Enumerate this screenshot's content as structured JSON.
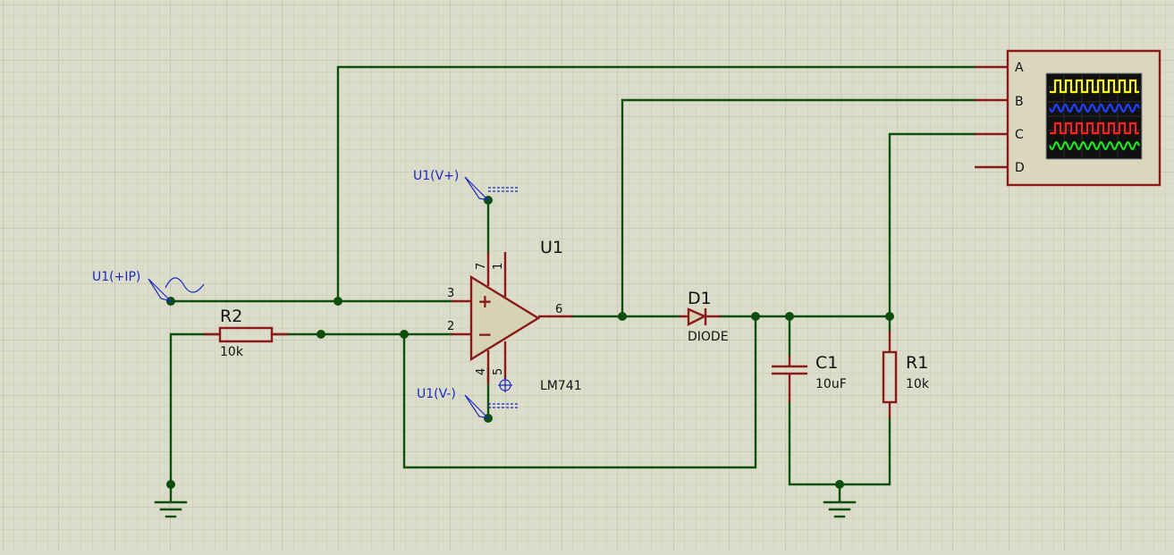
{
  "components": {
    "opamp": {
      "ref": "U1",
      "value": "LM741",
      "pins": {
        "noninv": "3",
        "inv": "2",
        "out": "6",
        "p7": "7",
        "p1": "1",
        "p4": "4",
        "p5": "5"
      },
      "plus": "+",
      "minus": "−"
    },
    "r2": {
      "ref": "R2",
      "value": "10k"
    },
    "d1": {
      "ref": "D1",
      "value": "DIODE"
    },
    "c1": {
      "ref": "C1",
      "value": "10uF"
    },
    "r1": {
      "ref": "R1",
      "value": "10k"
    }
  },
  "terminals": {
    "vplus": "U1(V+)",
    "vminus": "U1(V-)",
    "input": "U1(+IP)"
  },
  "oscilloscope": {
    "channels": [
      "A",
      "B",
      "C",
      "D"
    ],
    "trace_colors": [
      "#ffff00",
      "#2040ff",
      "#ff2020",
      "#20e020"
    ]
  },
  "colors": {
    "wire": "#0e4f0e",
    "component": "#8a1a1a",
    "terminal": "#1a2ac0",
    "background": "#dcdcca"
  }
}
